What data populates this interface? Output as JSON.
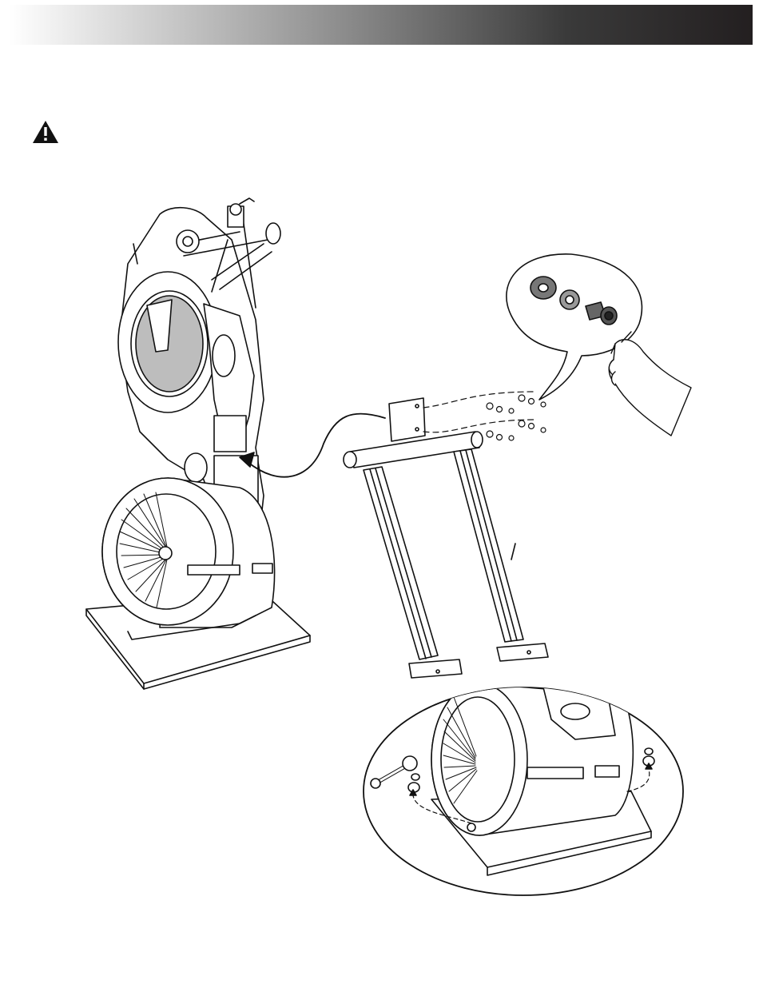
{
  "page": {
    "header": {
      "text": ""
    },
    "warning": {
      "icon": "warning-triangle-icon"
    },
    "illustration": {
      "subject": "machine-frame-assembly",
      "inset_hardware": [
        "washer",
        "lock-washer",
        "hex-socket-bolt"
      ],
      "inset_base": [
        "wrench",
        "nut",
        "washer"
      ]
    }
  }
}
